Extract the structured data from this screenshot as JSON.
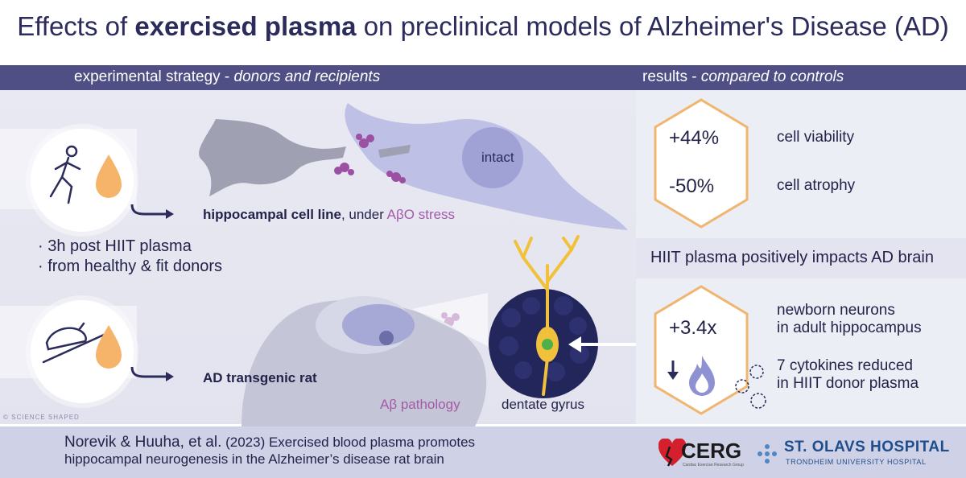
{
  "title": {
    "part1": "Effects of ",
    "bold": "exercised plasma",
    "part2": " on preclinical models of Alzheimer's Disease (AD)"
  },
  "band": {
    "left_plain": "experimental strategy - ",
    "left_italic": "donors and recipients",
    "right_plain": "results - ",
    "right_italic": "compared to controls"
  },
  "strategy": {
    "cell_label_bold": "hippocampal cell line",
    "cell_label_rest": ", under ",
    "cell_label_stress": "AβO stress",
    "intact_label": "intact",
    "donor_line1": "· 3h post HIIT plasma",
    "donor_line2": "· from healthy & fit donors",
    "rat_label": "AD transgenic rat",
    "pathology_label": "Aβ pathology",
    "gyrus_label": "dentate gyrus",
    "copyright": "© SCIENCE SHAPED"
  },
  "results": {
    "viability_value": "+44%",
    "viability_label": "cell viability",
    "atrophy_value": "-50%",
    "atrophy_label": "cell atrophy",
    "headline": "HIIT plasma positively impacts AD brain",
    "neurons_value": "+3.4x",
    "neurons_label_1": "newborn neurons",
    "neurons_label_2": "in adult hippocampus",
    "cytokines_label_1": "7 cytokines reduced",
    "cytokines_label_2": "in HIIT donor plasma"
  },
  "footer": {
    "authors": "Norevik & Huuha, et al.",
    "citation_1": " (2023) Exercised blood plasma promotes",
    "citation_2": "hippocampal neurogenesis in the Alzheimer’s disease rat brain",
    "cerg_name": "CERG",
    "cerg_sub": "Cardiac Exercise Research Group",
    "hospital_name": "ST. OLAVS HOSPITAL",
    "hospital_sub": "TRONDHEIM UNIVERSITY HOSPITAL"
  },
  "colors": {
    "navy": "#2b2b5c",
    "band": "#4f4f86",
    "purple_accent": "#a45aa8",
    "drop_orange": "#f5b46a",
    "hex_orange": "#f0b56e",
    "neuron_yellow": "#f2c13c",
    "footer_bg": "#cfd1e6",
    "cerg_red": "#d4202c"
  },
  "icons": [
    "runner-icon",
    "blood-drop-icon",
    "rat-treadmill-icon",
    "arrow-right-icon",
    "down-arrow-icon",
    "flame-icon",
    "heart-runner-logo",
    "dots-logo"
  ]
}
